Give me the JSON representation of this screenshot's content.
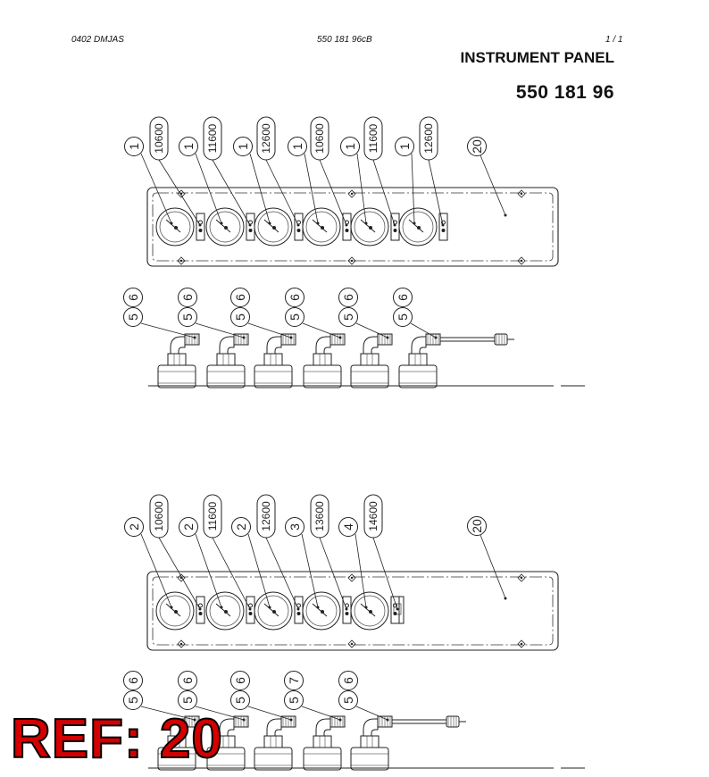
{
  "header": {
    "doc_code": "0402 DMJAS",
    "part_code": "550 181 96cB",
    "page": "1 /  1",
    "title": "INSTRUMENT PANEL",
    "part_number": "550 181 96"
  },
  "ref_label": "REF: 20",
  "panel_1": {
    "callouts_small": [
      "1",
      "1",
      "1",
      "1",
      "1",
      "1"
    ],
    "callouts_tall": [
      "10600",
      "11600",
      "12600",
      "10600",
      "11600",
      "12600"
    ],
    "panel_callout": "20",
    "connector_callouts_top": [
      "6",
      "6",
      "6",
      "6",
      "6",
      "6"
    ],
    "connector_callouts_bottom": [
      "5",
      "5",
      "5",
      "5",
      "5",
      "5"
    ]
  },
  "panel_2": {
    "callouts_small": [
      "2",
      "2",
      "2",
      "3",
      "4"
    ],
    "callouts_tall": [
      "10600",
      "11600",
      "12600",
      "13600",
      "14600"
    ],
    "panel_callout": "20",
    "connector_callouts_top": [
      "6",
      "6",
      "6",
      "7",
      "6"
    ],
    "connector_callouts_bottom": [
      "5",
      "5",
      "5",
      "5",
      "5"
    ]
  }
}
